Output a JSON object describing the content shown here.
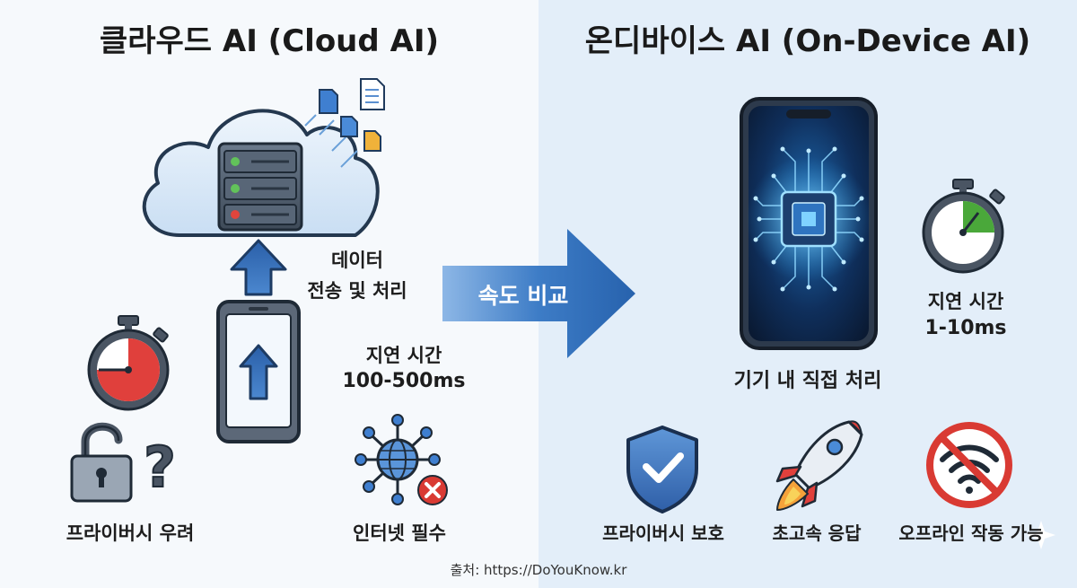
{
  "left": {
    "title": "클라우드 AI (Cloud AI)",
    "transfer_label_1": "데이터",
    "transfer_label_2": "전송 및 처리",
    "latency_label": "지연 시간",
    "latency_value": "100-500ms",
    "privacy_label": "프라이버시 우려",
    "internet_label": "인터넷 필수"
  },
  "center": {
    "compare_label": "속도 비교"
  },
  "right": {
    "title": "온디바이스 AI (On-Device AI)",
    "latency_label": "지연 시간",
    "latency_value": "1-10ms",
    "direct_label": "기기 내 직접 처리",
    "privacy_label": "프라이버시 보호",
    "speed_label": "초고속 응답",
    "offline_label": "오프라인 작동 가능"
  },
  "source": "출처: https://DoYouKnow.kr",
  "colors": {
    "left_bg": "#f6f9fc",
    "right_bg": "#e3eef9",
    "arrow_blue": "#3a78c2",
    "stopwatch_red": "#e0403c",
    "stopwatch_green": "#4aa83a",
    "alert_red": "#d93a33"
  }
}
